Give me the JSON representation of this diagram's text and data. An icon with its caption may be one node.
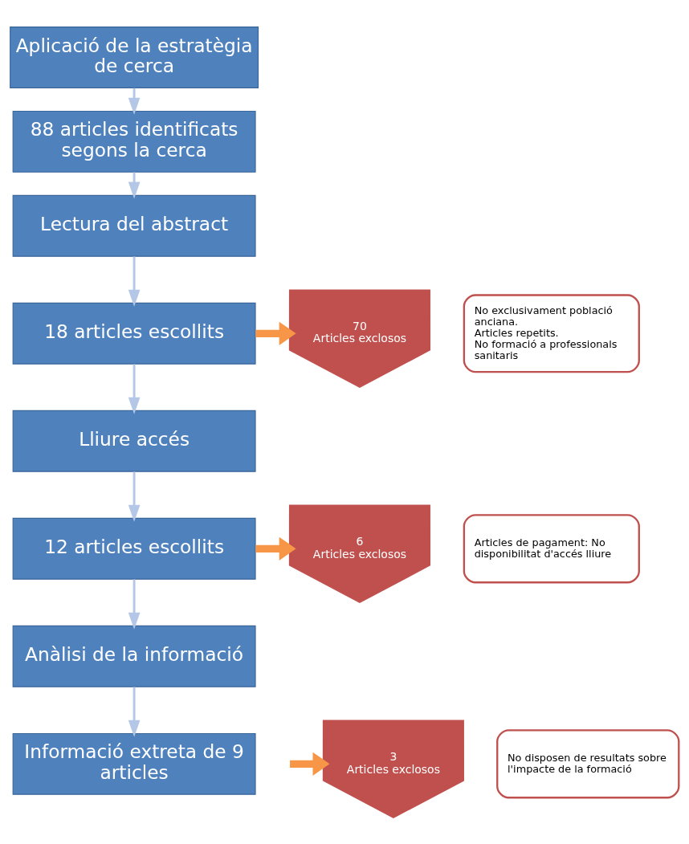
{
  "diagram": {
    "nodes": [
      {
        "text": [
          "Aplicació de la estratègia de cerca"
        ]
      },
      {
        "text": [
          "88 articles identificats segons la cerca"
        ]
      },
      {
        "text": [
          "Lectura del abstract"
        ]
      },
      {
        "text": [
          "18 articles escollits"
        ]
      },
      {
        "text": [
          "Lliure accés"
        ]
      },
      {
        "text": [
          "12 articles escollits"
        ]
      },
      {
        "text": [
          "Anàlisi de la informació"
        ]
      },
      {
        "text": [
          "Informació extreta de 9 articles"
        ]
      },
      {
        "text": [
          "70",
          "Articles exclosos"
        ]
      },
      {
        "text": [
          "No exclusivament població anciana.",
          "Articles repetits.",
          "No formació a professionals sanitaris"
        ]
      },
      {
        "text": [
          "6",
          "Articles exclosos"
        ]
      },
      {
        "text": [
          "Articles de pagament: No disponibilitat d'accés lliure"
        ]
      },
      {
        "text": [
          "3",
          "Articles exclosos"
        ]
      },
      {
        "text": [
          "No disposen de resultats sobre l'impacte de la formació"
        ]
      }
    ],
    "edges": [
      {
        "from": 0,
        "to": 1,
        "arrow": "to"
      },
      {
        "from": 1,
        "to": 2,
        "arrow": "to"
      },
      {
        "from": 2,
        "to": 3,
        "arrow": "to"
      },
      {
        "from": 3,
        "to": 4,
        "arrow": "to"
      },
      {
        "from": 4,
        "to": 5,
        "arrow": "to"
      },
      {
        "from": 5,
        "to": 6,
        "arrow": "to"
      },
      {
        "from": 6,
        "to": 7,
        "arrow": "to"
      },
      {
        "from": 3,
        "to": 8,
        "arrow": "to",
        "style": "thick",
        "color": "#f79646"
      },
      {
        "from": 5,
        "to": 10,
        "arrow": "to",
        "style": "thick",
        "color": "#f79646"
      },
      {
        "from": null,
        "to": 12,
        "arrow": "to",
        "style": "thick",
        "color": "#f79646"
      }
    ]
  }
}
